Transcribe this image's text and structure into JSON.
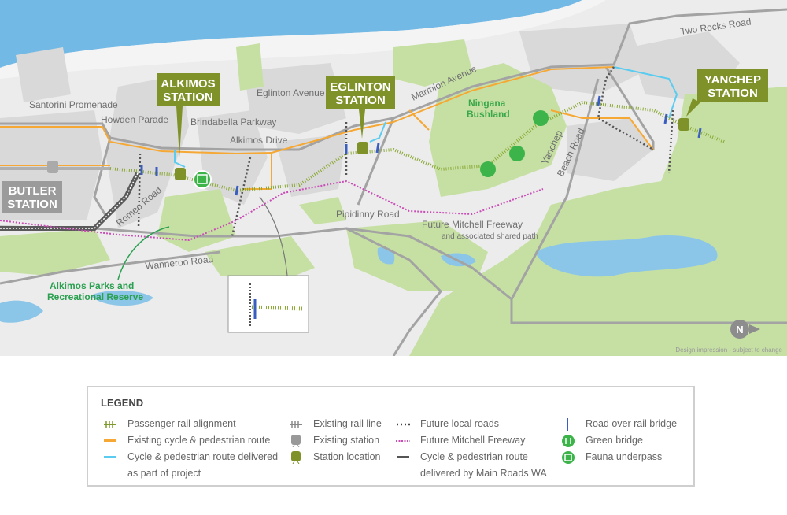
{
  "map": {
    "stations": {
      "alkimos": "ALKIMOS",
      "alkimos2": "STATION",
      "eglinton": "EGLINTON",
      "eglinton2": "STATION",
      "yanchep": "YANCHEP",
      "yanchep2": "STATION",
      "butler": "BUTLER",
      "butler2": "STATION"
    },
    "roads": {
      "two_rocks": "Two Rocks Road",
      "marmion": "Marmion Avenue",
      "eglinton_ave": "Eglinton Avenue",
      "santorini": "Santorini Promenade",
      "howden": "Howden Parade",
      "brindabella": "Brindabella Parkway",
      "alkimos_dr": "Alkimos Drive",
      "romeo": "Romeo Road",
      "pipidinny": "Pipidinny Road",
      "yanchep_beach": "Yanchep",
      "yanchep_beach2": "Beach Road",
      "mitchell": "Future Mitchell Freeway",
      "mitchell2": "and associated shared path",
      "wanneroo": "Wanneroo Road"
    },
    "places": {
      "ningana": "Ningana",
      "ningana2": "Bushland",
      "alkimos_parks": "Alkimos Parks and",
      "alkimos_parks2": "Recreational Reserve"
    },
    "north": "N",
    "credit": "Design impression - subject to change"
  },
  "legend": {
    "title": "LEGEND",
    "items": [
      "Passenger rail alignment",
      "Existing cycle & pedestrian route",
      "Cycle & pedestrian route delivered",
      "as part of project",
      "Existing rail line",
      "Existing station",
      "Station location",
      "Future local roads",
      "Future Mitchell Freeway",
      "Cycle & pedestrian route",
      "delivered by Main Roads WA",
      "Road over rail bridge",
      "Green bridge",
      "Fauna underpass"
    ]
  },
  "colors": {
    "rail": "#7f9a2c",
    "orange": "#f6a835",
    "cyan": "#5ccbf0",
    "magenta": "#c94db6",
    "green": "#3cb44a",
    "ocean": "#72b8e4",
    "station": "#7f922a",
    "butler": "#9b9b9b"
  }
}
